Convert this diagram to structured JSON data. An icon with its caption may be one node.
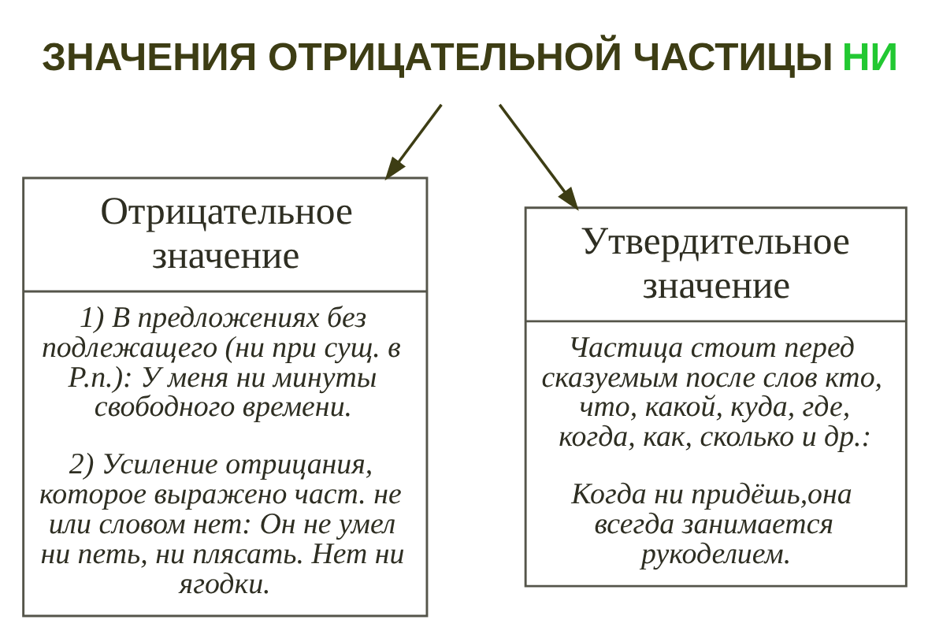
{
  "diagram": {
    "nodes": [
      {
        "text": [
          "ЗНАЧЕНИЯ ОТРИЦАТЕЛЬНОЙ ЧАСТИЦЫ НИ"
        ]
      },
      {
        "text": [
          "Отрицательное значение",
          "1) В предложениях без подлежащего (ни при сущ. в Р.п.): У меня ни минуты свободного времени.",
          "2) Усиление отрицания, которое выражено част. не или словом нет: Он не умел ни петь, ни плясать. Нет ни ягодки."
        ]
      },
      {
        "text": [
          "Утвердительное значение",
          "Частица стоит перед сказуемым после слов кто, что, какой, куда, где, когда, как, сколько и др.:",
          "Когда ни придёшь,она всегда занимается рукоделием."
        ]
      }
    ],
    "edges": [
      {
        "from": 0,
        "to": 1,
        "arrow": "to"
      },
      {
        "from": 0,
        "to": 2,
        "arrow": "to"
      }
    ]
  }
}
